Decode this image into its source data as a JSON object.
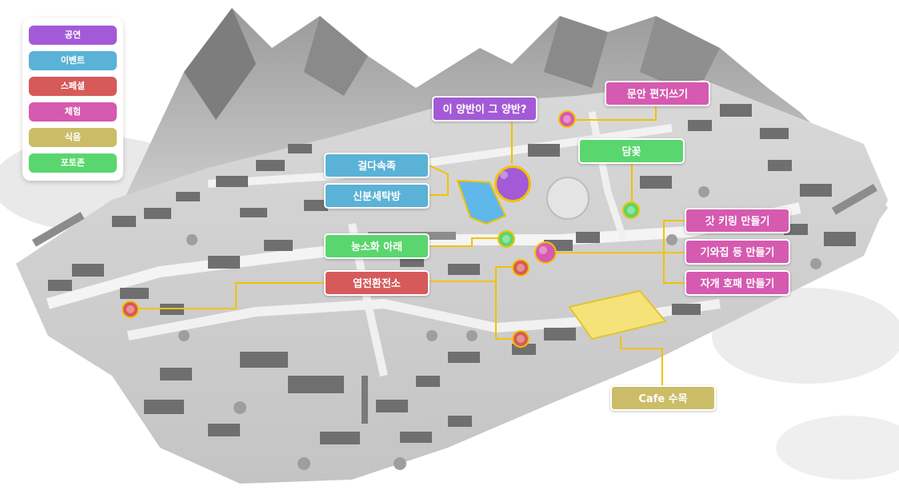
{
  "colors": {
    "performance": "#a35ad6",
    "event": "#5ab2d6",
    "special": "#d65a5a",
    "experience": "#d65ab0",
    "food": "#cbbd68",
    "photo": "#5ad66e",
    "connector": "#f2c200"
  },
  "legend": {
    "items": [
      {
        "label": "공연",
        "category": "performance"
      },
      {
        "label": "이벤트",
        "category": "event"
      },
      {
        "label": "스페셜",
        "category": "special"
      },
      {
        "label": "체험",
        "category": "experience"
      },
      {
        "label": "식음",
        "category": "food"
      },
      {
        "label": "포토존",
        "category": "photo"
      }
    ]
  },
  "map": {
    "callouts": {
      "yangban": {
        "label": "이 양반이 그 양반?",
        "category": "performance"
      },
      "letter": {
        "label": "문안 편지쓰기",
        "category": "experience"
      },
      "damkkot": {
        "label": "담꽃",
        "category": "photo"
      },
      "geolda": {
        "label": "걸다속족",
        "category": "event"
      },
      "sinbun": {
        "label": "신분세탁방",
        "category": "event"
      },
      "neungsohwa": {
        "label": "능소화 아래",
        "category": "photo"
      },
      "yeopjeon": {
        "label": "엽전환전소",
        "category": "special"
      },
      "gat": {
        "label": "갓 키링 만들기",
        "category": "experience"
      },
      "giwa": {
        "label": "기와집 등 만들기",
        "category": "experience"
      },
      "jagae": {
        "label": "자개 호패 만들기",
        "category": "experience"
      },
      "cafe": {
        "label": "Cafe 수목",
        "category": "food"
      }
    }
  }
}
